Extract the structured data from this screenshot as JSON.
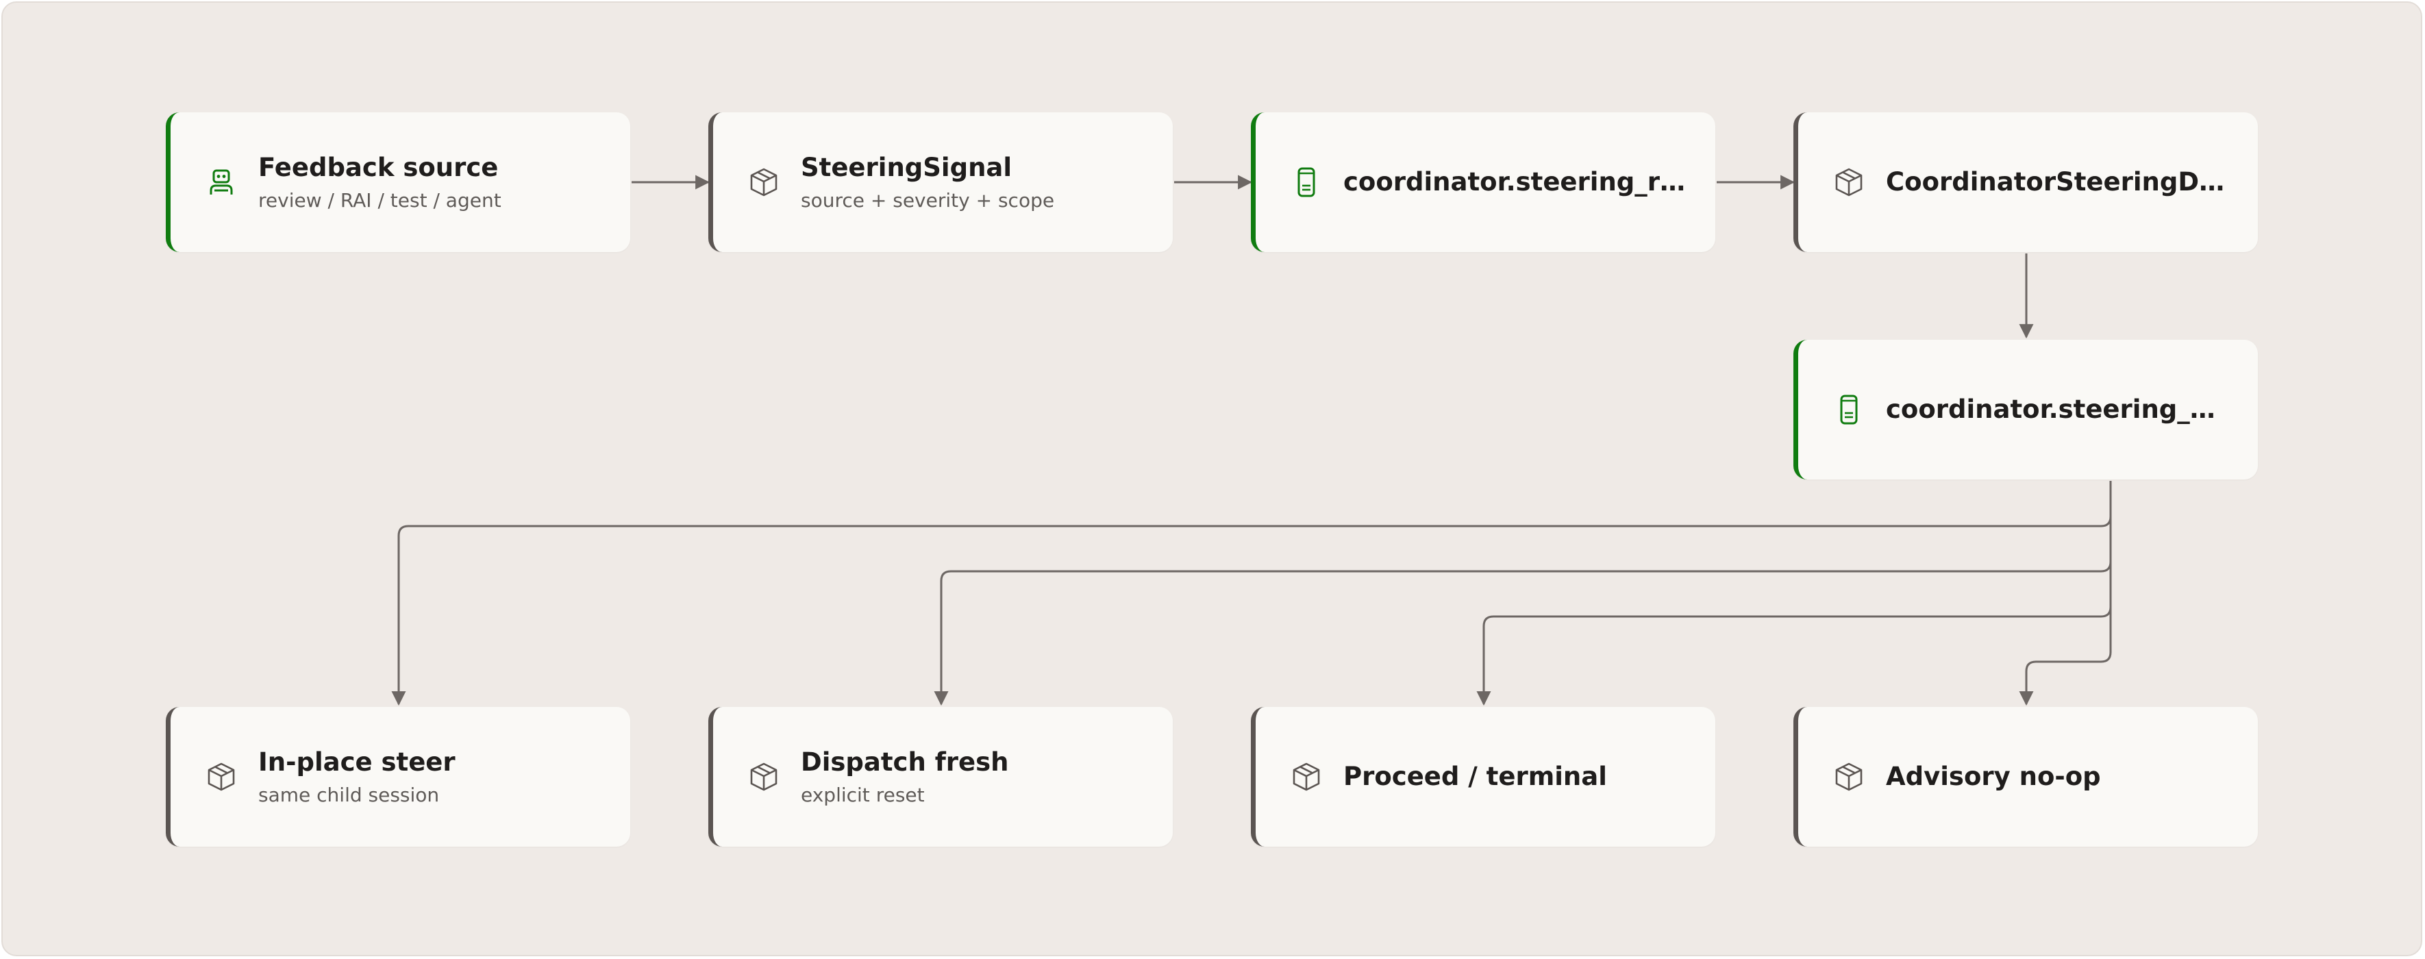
{
  "nodes": [
    {
      "id": "feedback",
      "title": "Feedback source",
      "subtitle": "review / RAI / test / agent",
      "icon": "robot-icon",
      "accent": "#107c10"
    },
    {
      "id": "signal",
      "title": "SteeringSignal",
      "subtitle": "source + severity + scope",
      "icon": "cube-icon",
      "accent": "#5b5552"
    },
    {
      "id": "received",
      "title": "coordinator.steering_rece...",
      "subtitle": "",
      "icon": "phone-icon",
      "accent": "#107c10"
    },
    {
      "id": "decision",
      "title": "CoordinatorSteeringDeci...",
      "subtitle": "",
      "icon": "cube-icon",
      "accent": "#5b5552"
    },
    {
      "id": "decided",
      "title": "coordinator.steering_deci...",
      "subtitle": "",
      "icon": "phone-icon",
      "accent": "#107c10"
    },
    {
      "id": "inplace",
      "title": "In-place steer",
      "subtitle": "same child session",
      "icon": "cube-icon",
      "accent": "#5b5552"
    },
    {
      "id": "dispatch",
      "title": "Dispatch fresh",
      "subtitle": "explicit reset",
      "icon": "cube-icon",
      "accent": "#5b5552"
    },
    {
      "id": "proceed",
      "title": "Proceed / terminal",
      "subtitle": "",
      "icon": "cube-icon",
      "accent": "#5b5552"
    },
    {
      "id": "advisory",
      "title": "Advisory no-op",
      "subtitle": "",
      "icon": "cube-icon",
      "accent": "#5b5552"
    }
  ],
  "edges": [
    {
      "from": "feedback",
      "to": "signal"
    },
    {
      "from": "signal",
      "to": "received"
    },
    {
      "from": "received",
      "to": "decision"
    },
    {
      "from": "decision",
      "to": "decided"
    },
    {
      "from": "decided",
      "to": "inplace"
    },
    {
      "from": "decided",
      "to": "dispatch"
    },
    {
      "from": "decided",
      "to": "proceed"
    },
    {
      "from": "decided",
      "to": "advisory"
    }
  ],
  "colors": {
    "background": "#efeae6",
    "node": "#faf9f6",
    "edge": "#6d6764",
    "accent_green": "#107c10",
    "accent_gray": "#5b5552"
  }
}
